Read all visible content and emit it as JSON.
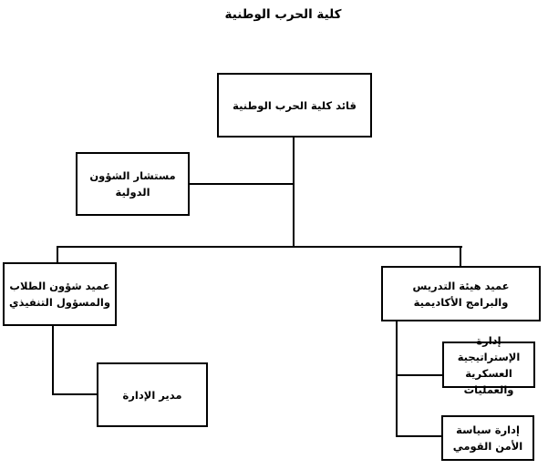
{
  "diagram": {
    "title": "كلية الحرب الوطنية",
    "type": "organizational-chart",
    "colors": {
      "background": "#ffffff",
      "box_fill": "#ffffff",
      "box_border": "#000000",
      "line": "#000000",
      "text": "#000000"
    },
    "nodes": {
      "commander": {
        "line1": "قائد كلية الحرب الوطنية"
      },
      "advisor": {
        "line1": "مستشار الشؤون",
        "line2": "الدولية"
      },
      "dean_students": {
        "line1": "عميد شؤون الطلاب",
        "line2": "والمسؤول التنفيذي"
      },
      "dean_faculty": {
        "line1": "عميد هيئة التدريس",
        "line2": "والبرامج الأكاديمية"
      },
      "director_admin": {
        "line1": "مدير الإدارة"
      },
      "dept_strategy": {
        "line1": "إدارة الإستراتيجية",
        "line2": "العسكرية والعمليات"
      },
      "dept_security": {
        "line1": "إدارة سياسة",
        "line2": "الأمن القومي"
      }
    },
    "edges": [
      "commander - advisor",
      "commander - dean_students",
      "commander - dean_faculty",
      "dean_students - director_admin",
      "dean_faculty - dept_strategy",
      "dean_faculty - dept_security"
    ]
  }
}
